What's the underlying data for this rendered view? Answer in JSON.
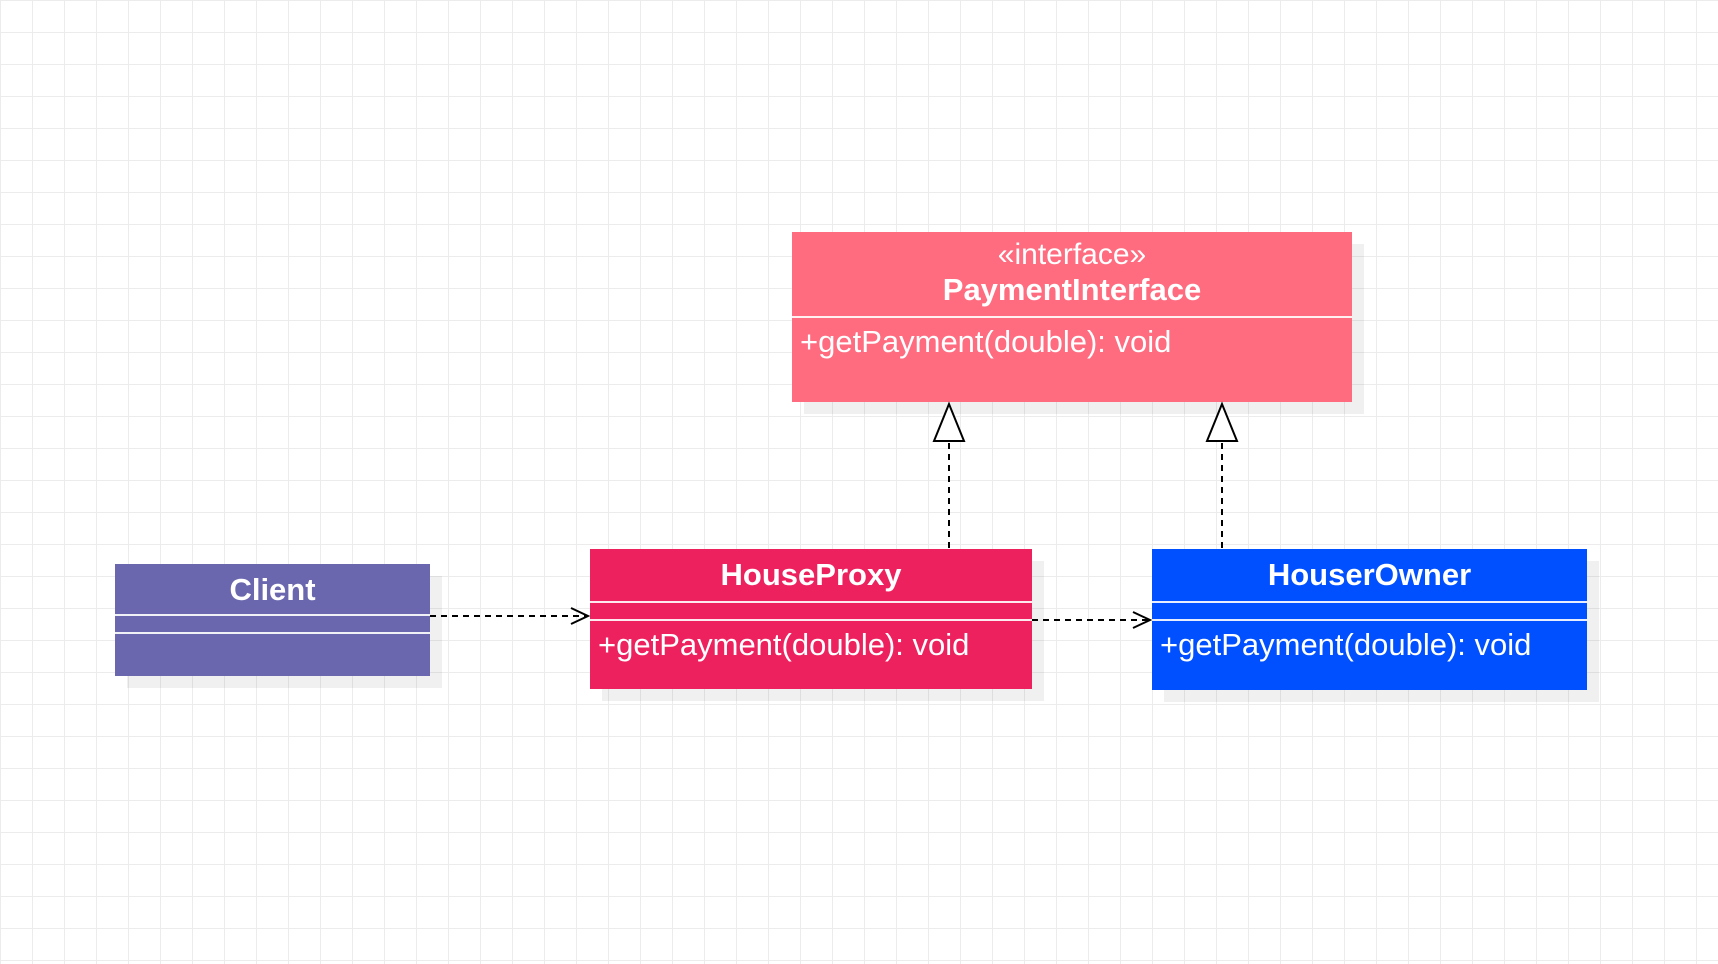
{
  "diagram": {
    "classes": {
      "payment_interface": {
        "stereotype": "«interface»",
        "name": "PaymentInterface",
        "methods": [
          "+getPayment(double): void"
        ],
        "color": "#ff6b7f"
      },
      "client": {
        "name": "Client",
        "methods": [],
        "color": "#6a67ae"
      },
      "house_proxy": {
        "name": "HouseProxy",
        "methods": [
          "+getPayment(double): void"
        ],
        "color": "#ed215e"
      },
      "houser_owner": {
        "name": "HouserOwner",
        "methods": [
          "+getPayment(double): void"
        ],
        "color": "#0050ff"
      }
    },
    "relationships": [
      {
        "type": "dependency",
        "from": "client",
        "to": "house_proxy"
      },
      {
        "type": "dependency",
        "from": "house_proxy",
        "to": "houser_owner"
      },
      {
        "type": "realization",
        "from": "house_proxy",
        "to": "payment_interface"
      },
      {
        "type": "realization",
        "from": "houser_owner",
        "to": "payment_interface"
      }
    ]
  }
}
